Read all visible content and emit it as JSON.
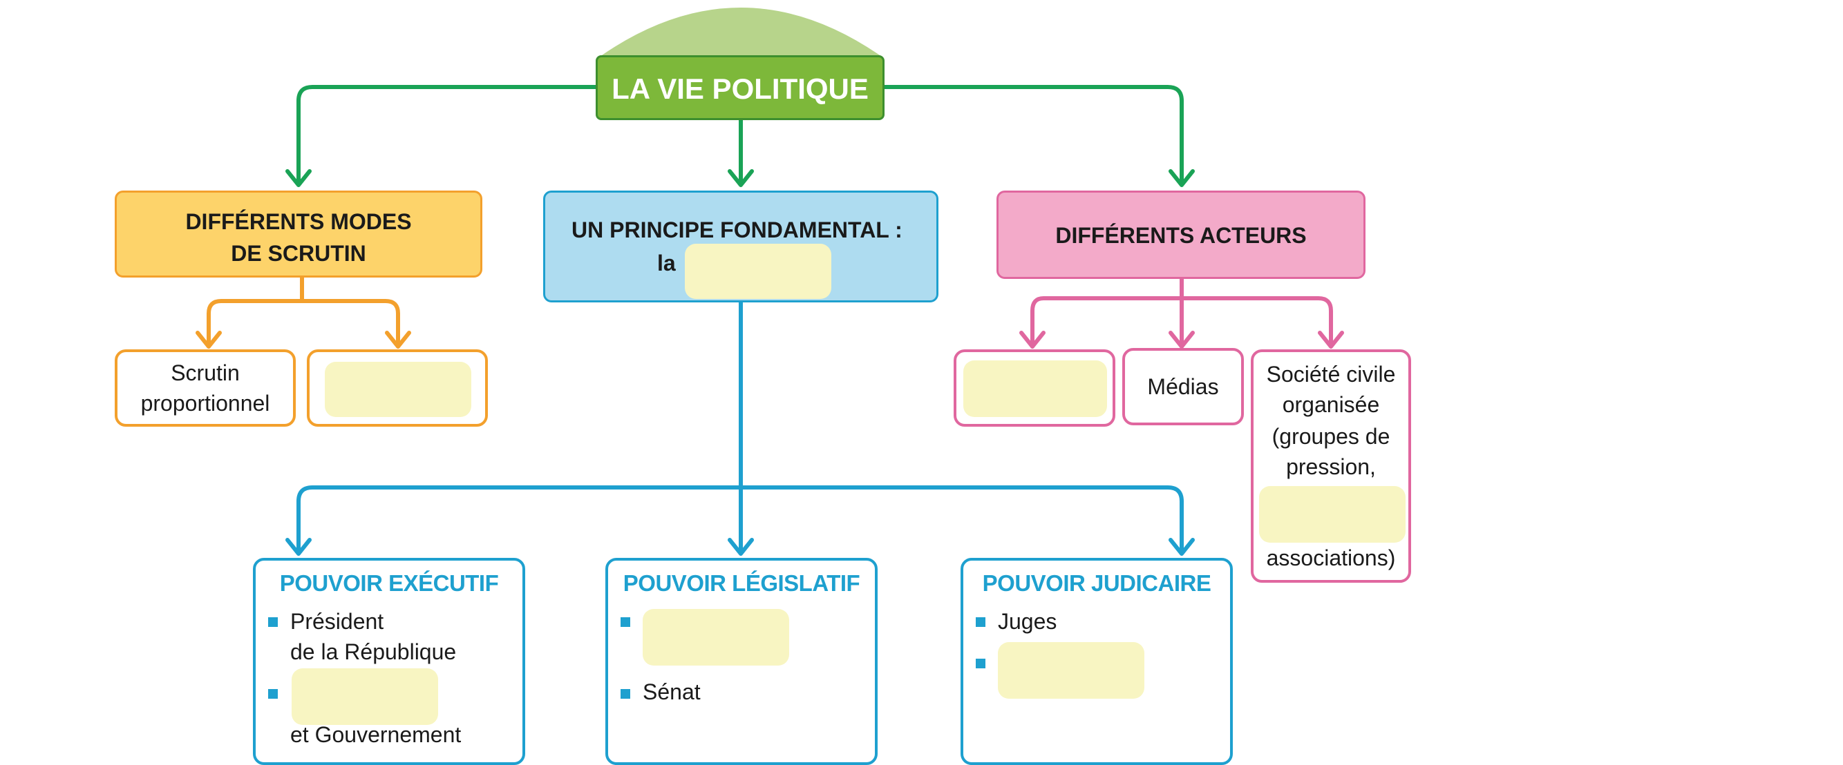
{
  "root": {
    "title": "LA VIE POLITIQUE"
  },
  "modes": {
    "title_line1": "DIFFÉRENTS MODES",
    "title_line2": "DE SCRUTIN",
    "item1_line1": "Scrutin",
    "item1_line2": "proportionnel"
  },
  "principe": {
    "title": "UN PRINCIPE FONDAMENTAL :",
    "prefix": "la"
  },
  "acteurs": {
    "title": "DIFFÉRENTS ACTEURS",
    "medias": "Médias",
    "societe_lines": [
      "Société civile",
      "organisée",
      "(groupes de",
      "pression,",
      "associations)"
    ]
  },
  "executif": {
    "title": "POUVOIR EXÉCUTIF",
    "item1_line1": "Président",
    "item1_line2": "de la République",
    "item2_line2": "et Gouvernement"
  },
  "legislatif": {
    "title": "POUVOIR LÉGISLATIF",
    "item2": "Sénat"
  },
  "judiciaire": {
    "title": "POUVOIR JUDICAIRE",
    "item1": "Juges"
  },
  "colors": {
    "green": "#7db83a",
    "green_line": "#1aa356",
    "orange_fill": "#fdd36a",
    "orange": "#f3a02c",
    "blue_fill": "#aedcf0",
    "blue": "#1ea0cf",
    "pink_fill": "#f3aac9",
    "pink": "#e0679f",
    "blank": "#f8f5c2",
    "dome": "#b7d48b"
  }
}
